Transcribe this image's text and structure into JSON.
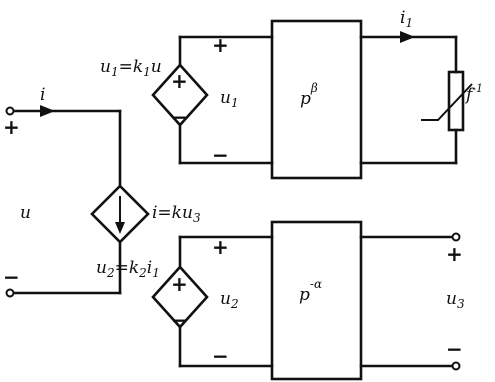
{
  "labels": {
    "i_input": "i",
    "u_input": "u",
    "i_source": "i=ku",
    "i_source_sub": "3",
    "u1_def": "u",
    "u1_def_sub": "1",
    "u1_def_rest": "=k",
    "u1_def_rest_sub": "1",
    "u1_def_end": "u",
    "u1_port": "u",
    "u1_port_sub": "1",
    "p_beta": "p",
    "p_beta_sup": "β",
    "i1": "i",
    "i1_sub": "1",
    "f_inv": "f",
    "f_inv_sup": "-1",
    "u2_def": "u",
    "u2_def_sub": "2",
    "u2_def_rest": "=k",
    "u2_def_rest_sub": "2",
    "u2_def_end": "i",
    "u2_def_end_sub": "1",
    "u2_port": "u",
    "u2_port_sub": "2",
    "p_alpha": "p",
    "p_alpha_sup": "-α",
    "u3": "u",
    "u3_sub": "3"
  },
  "polarity": {
    "plus": "+",
    "minus": "−"
  }
}
